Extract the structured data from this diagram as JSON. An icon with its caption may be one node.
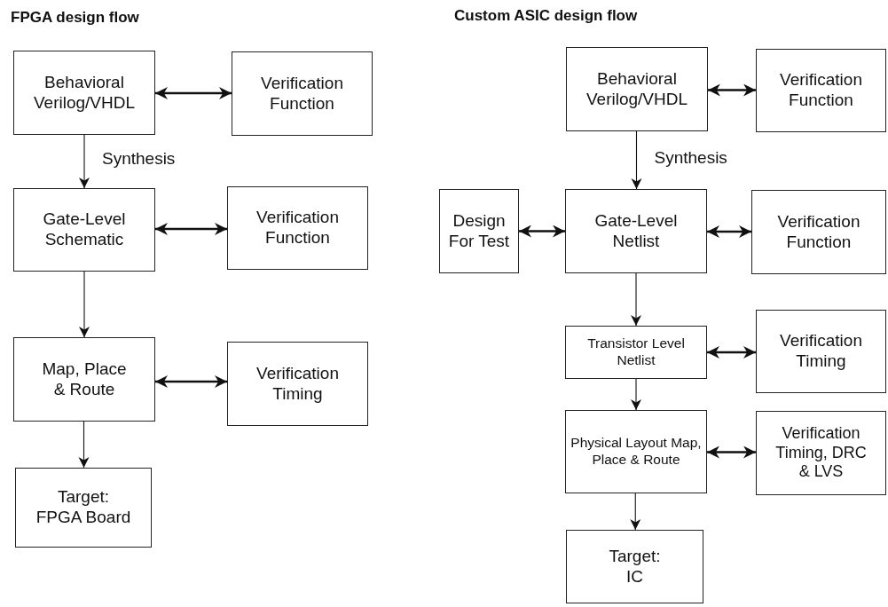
{
  "diagram": {
    "nodes": [
      {
        "text": [
          "Behavioral Verilog/VHDL"
        ]
      },
      {
        "text": [
          "Verification Function"
        ]
      },
      {
        "text": [
          "Gate-Level Schematic"
        ]
      },
      {
        "text": [
          "Verification Function"
        ]
      },
      {
        "text": [
          "Map, Place & Route"
        ]
      },
      {
        "text": [
          "Verification Timing"
        ]
      },
      {
        "text": [
          "Target: FPGA Board"
        ]
      },
      {
        "text": [
          "Behavioral Verilog/VHDL"
        ]
      },
      {
        "text": [
          "Verification Function"
        ]
      },
      {
        "text": [
          "Design For Test"
        ]
      },
      {
        "text": [
          "Gate-Level Netlist"
        ]
      },
      {
        "text": [
          "Verification Function"
        ]
      },
      {
        "text": [
          "Transistor Level Netlist"
        ]
      },
      {
        "text": [
          "Verification Timing"
        ]
      },
      {
        "text": [
          "Physical Layout Map, Place & Route"
        ]
      },
      {
        "text": [
          "Verification Timing, DRC & LVS"
        ]
      },
      {
        "text": [
          "Target: IC"
        ]
      }
    ],
    "edges": [
      {
        "from": 0,
        "to": 1,
        "arrow": "both"
      },
      {
        "from": 0,
        "to": 2,
        "arrow": "to",
        "label": "Synthesis"
      },
      {
        "from": 2,
        "to": 3,
        "arrow": "both"
      },
      {
        "from": 2,
        "to": 4,
        "arrow": "to"
      },
      {
        "from": 4,
        "to": 5,
        "arrow": "both"
      },
      {
        "from": 4,
        "to": 6,
        "arrow": "to"
      },
      {
        "from": 7,
        "to": 8,
        "arrow": "both"
      },
      {
        "from": 7,
        "to": 10,
        "arrow": "to",
        "label": "Synthesis"
      },
      {
        "from": 9,
        "to": 10,
        "arrow": "both"
      },
      {
        "from": 10,
        "to": 11,
        "arrow": "both"
      },
      {
        "from": 10,
        "to": 12,
        "arrow": "to"
      },
      {
        "from": 12,
        "to": 13,
        "arrow": "both"
      },
      {
        "from": 12,
        "to": 14,
        "arrow": "to"
      },
      {
        "from": 14,
        "to": 15,
        "arrow": "both"
      },
      {
        "from": 14,
        "to": 16,
        "arrow": "to"
      }
    ],
    "labels": [
      "FPGA design flow",
      "Custom ASIC design flow"
    ]
  }
}
